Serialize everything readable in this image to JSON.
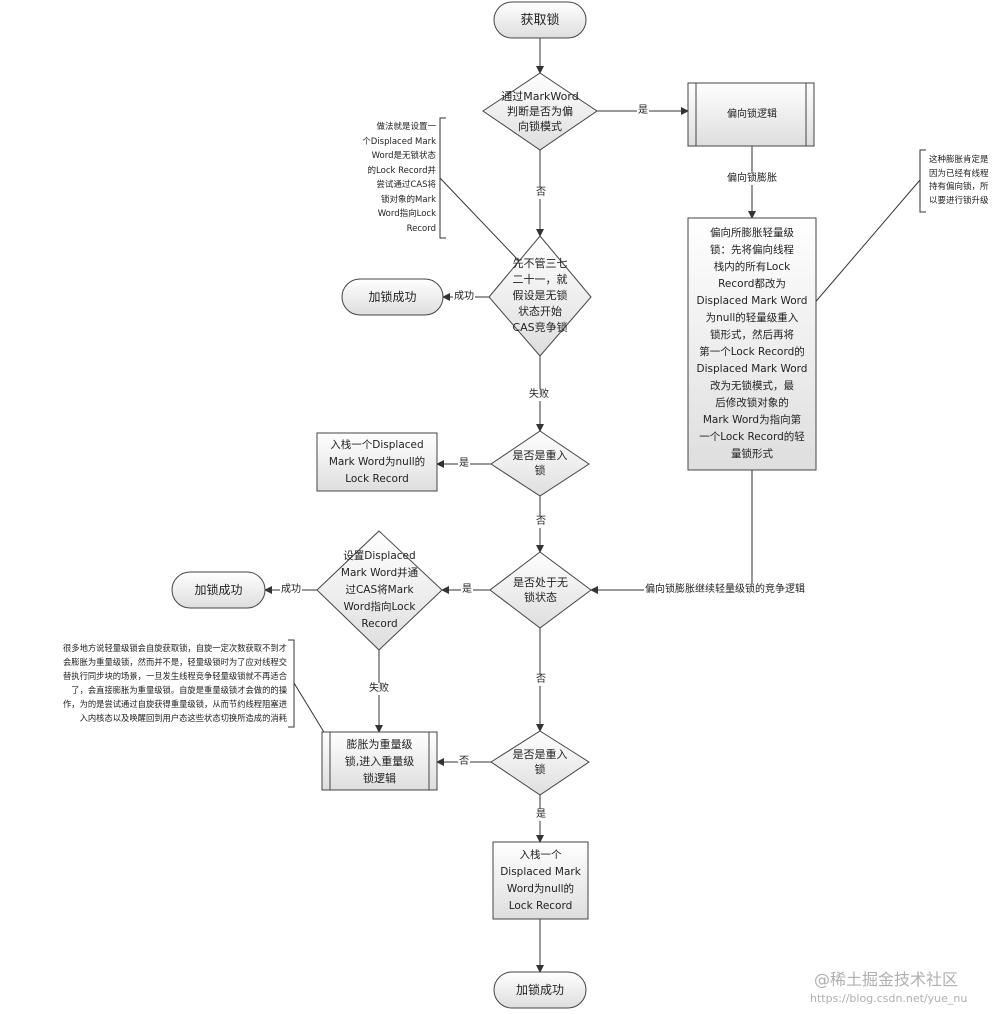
{
  "nodes": {
    "start_acquire": "获取锁",
    "check_biased": "通过MarkWord\n判断是否为偏\n向锁模式",
    "biased_logic": "偏向锁逻辑",
    "cas_compete": "先不管三七\n二十一，就\n假设是无锁\n状态开始\nCAS竞争锁",
    "success_1": "加锁成功",
    "biased_inflate": "偏向所膨胀轻量级\n锁：先将偏向线程\n栈内的所有Lock\nRecord都改为\nDisplaced Mark Word\n为null的轻量级重入\n锁形式，然后再将\n第一个Lock Record的\nDisplaced Mark Word\n改为无锁模式，最\n后修改锁对象的\nMark Word为指向第\n一个Lock Record的轻\n量锁形式",
    "is_reentrant_1": "是否是重入\n锁",
    "push_record_1": "入栈一个Displaced\nMark Word为null的\nLock Record",
    "is_unlocked": "是否处于无\n锁状态",
    "set_displaced": "设置Displaced\nMark Word并通\n过CAS将Mark\nWord指向Lock\nRecord",
    "success_2": "加锁成功",
    "inflate_heavy": "膨胀为重量级\n锁,进入重量级\n锁逻辑",
    "is_reentrant_2": "是否是重入\n锁",
    "push_record_2": "入栈一个\nDisplaced Mark\nWord为null的\nLock Record",
    "success_3": "加锁成功"
  },
  "notes": {
    "cas_note": "做法就是设置一\n个Displaced Mark\nWord是无锁状态\n的Lock Record并\n尝试通过CAS将\n锁对象的Mark\nWord指向Lock\nRecord",
    "inflate_note": "这种膨胀肯定是\n因为已经有线程\n持有偏向锁，所\n以要进行锁升级",
    "spin_note": "很多地方说轻量级锁会自旋获取锁，自旋一定次数获取不到才\n会膨胀为重量级锁，然而并不是，轻量级锁时为了应对线程交\n替执行同步块的场景，一旦发生线程竞争轻量级锁就不再适合\n了，会直接膨胀为重量级锁。自旋是重量级锁才会做的的操\n作，为的是尝试通过自旋获得重量级锁，从而节约线程阻塞进\n入内核态以及唤醒回到用户态这些状态切换所造成的消耗"
  },
  "edge_labels": {
    "yes_biased": "是",
    "biased_inflate": "偏向锁膨胀",
    "no_biased": "否",
    "success_cas": "成功",
    "fail_cas": "失败",
    "yes_reentrant_1": "是",
    "no_reentrant_1": "否",
    "yes_unlocked": "是",
    "continue_light": "偏向锁膨胀继续轻量级锁的竞争逻辑",
    "success_set": "成功",
    "fail_set": "失败",
    "no_unlocked": "否",
    "no_reentrant_2": "否",
    "yes_reentrant_2": "是"
  },
  "watermark": {
    "brand": "@稀土掘金技术社区",
    "url": "https://blog.csdn.net/yue_nu"
  }
}
